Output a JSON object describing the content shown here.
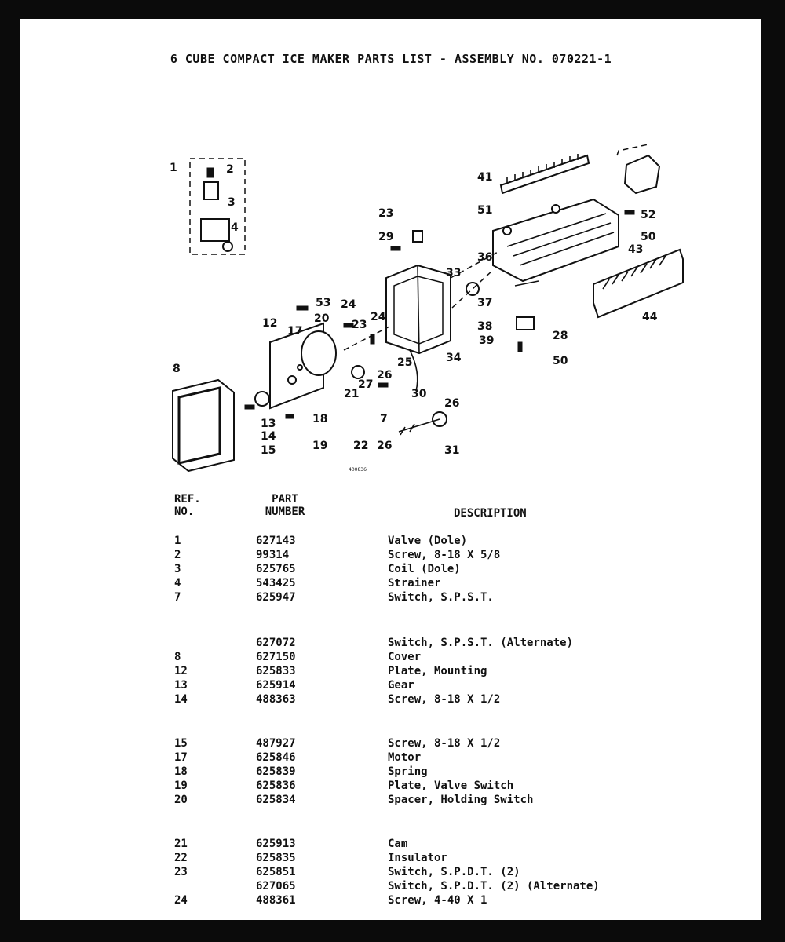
{
  "title": "6 CUBE COMPACT ICE MAKER PARTS LIST - ASSEMBLY NO. 070221-1",
  "headers": {
    "ref_line1": "REF.",
    "ref_line2": "NO.",
    "part_line1": "PART",
    "part_line2": "NUMBER",
    "description": "DESCRIPTION"
  },
  "diagram": {
    "callouts": [
      "1",
      "2",
      "3",
      "4",
      "8",
      "12",
      "13",
      "14",
      "15",
      "17",
      "18",
      "19",
      "20",
      "21",
      "22",
      "23",
      "24",
      "25",
      "26",
      "27",
      "28",
      "29",
      "30",
      "31",
      "33",
      "34",
      "36",
      "37",
      "38",
      "39",
      "41",
      "43",
      "44",
      "50",
      "51",
      "52",
      "53",
      "7"
    ],
    "drawing_code": "400836"
  },
  "parts": [
    {
      "ref": "1",
      "part": "627143",
      "desc": "Valve (Dole)"
    },
    {
      "ref": "2",
      "part": "99314",
      "desc": "Screw, 8-18 X 5/8"
    },
    {
      "ref": "3",
      "part": "625765",
      "desc": "Coil (Dole)"
    },
    {
      "ref": "4",
      "part": "543425",
      "desc": "Strainer"
    },
    {
      "ref": "7",
      "part": "625947",
      "desc": "Switch, S.P.S.T."
    },
    {
      "ref": "",
      "part": "627072",
      "desc": "Switch, S.P.S.T. (Alternate)"
    },
    {
      "ref": "8",
      "part": "627150",
      "desc": "Cover"
    },
    {
      "ref": "12",
      "part": "625833",
      "desc": "Plate, Mounting"
    },
    {
      "ref": "13",
      "part": "625914",
      "desc": "Gear"
    },
    {
      "ref": "14",
      "part": "488363",
      "desc": "Screw, 8-18 X 1/2"
    },
    {
      "ref": "15",
      "part": "487927",
      "desc": "Screw, 8-18 X 1/2"
    },
    {
      "ref": "17",
      "part": "625846",
      "desc": "Motor"
    },
    {
      "ref": "18",
      "part": "625839",
      "desc": "Spring"
    },
    {
      "ref": "19",
      "part": "625836",
      "desc": "Plate, Valve Switch"
    },
    {
      "ref": "20",
      "part": "625834",
      "desc": "Spacer, Holding Switch"
    },
    {
      "ref": "21",
      "part": "625913",
      "desc": "Cam"
    },
    {
      "ref": "22",
      "part": "625835",
      "desc": "Insulator"
    },
    {
      "ref": "23",
      "part": "625851",
      "desc": "Switch, S.P.D.T. (2)"
    },
    {
      "ref": "",
      "part": "627065",
      "desc": "Switch, S.P.D.T. (2) (Alternate)"
    },
    {
      "ref": "24",
      "part": "488361",
      "desc": "Screw, 4-40 X 1"
    }
  ]
}
